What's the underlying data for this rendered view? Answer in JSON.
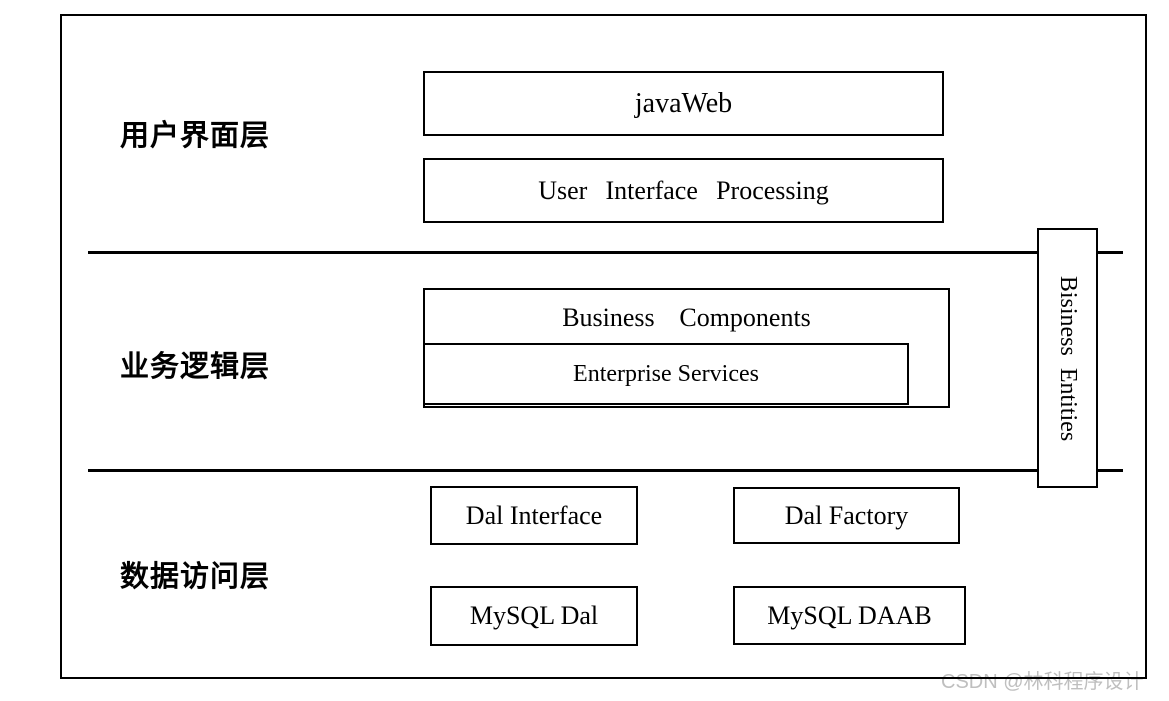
{
  "diagram": {
    "layers": [
      {
        "label": "用户界面层"
      },
      {
        "label": "业务逻辑层"
      },
      {
        "label": "数据访问层"
      }
    ],
    "boxes": {
      "javaweb": "javaWeb",
      "user_interface_processing": "User Interface Processing",
      "business_components": "Business Components",
      "enterprise_services": "Enterprise Services",
      "dal_interface": "Dal Interface",
      "dal_factory": "Dal Factory",
      "mysql_dal": "MySQL Dal",
      "mysql_daab": "MySQL DAAB",
      "business_entities": "Bisiness Entities"
    },
    "colors": {
      "border": "#000000",
      "background": "#ffffff",
      "watermark": "#b9b9b9"
    }
  },
  "watermark": {
    "text": "CSDN @林科程序设计"
  }
}
